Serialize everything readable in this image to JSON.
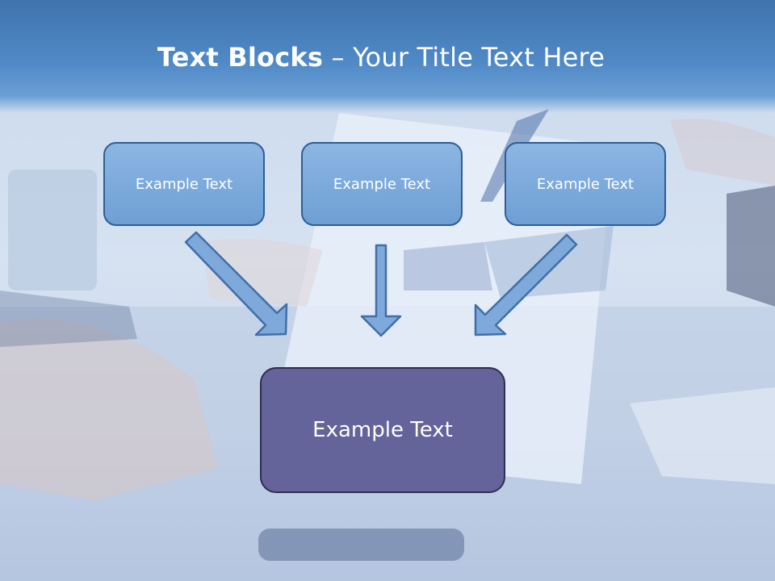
{
  "title": {
    "bold": "Text Blocks",
    "dash": " – ",
    "rest": "Your Title Text Here"
  },
  "boxes": [
    {
      "label": "Example Text"
    },
    {
      "label": "Example Text"
    },
    {
      "label": "Example Text"
    }
  ],
  "main_box": {
    "label": "Example Text"
  },
  "colors": {
    "title_bar": "#4f89c6",
    "small_box_fill": "#7aa8db",
    "small_box_border": "#2d5e95",
    "main_box_fill": "#64649a",
    "main_box_border": "#2e2e4f",
    "arrow_fill": "#7ea9da",
    "arrow_stroke": "#3f6fa8"
  }
}
